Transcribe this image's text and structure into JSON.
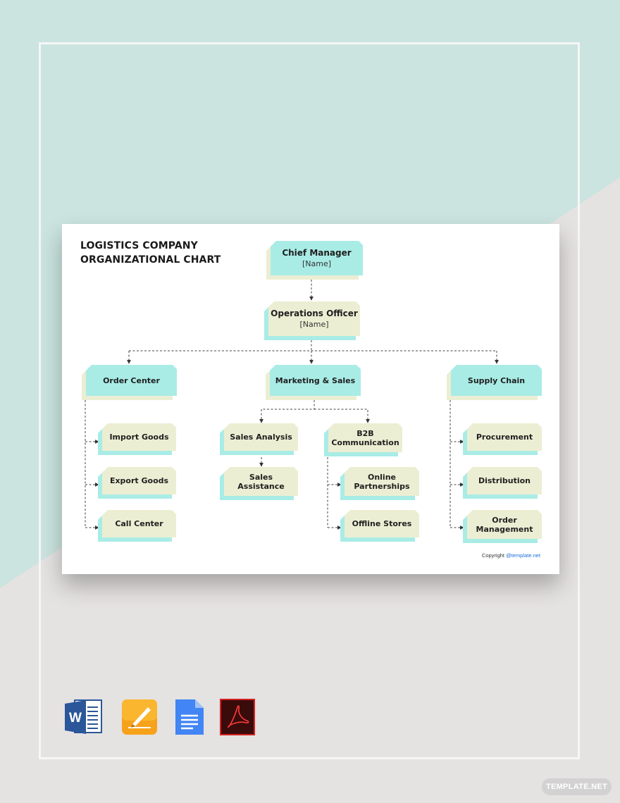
{
  "colors": {
    "teal": "#a9ece6",
    "cream": "#eceed3",
    "bg_top": "#cbe4df",
    "bg_bottom": "#e5e2e2"
  },
  "title": {
    "line1": "LOGISTICS COMPANY",
    "line2": "ORGANIZATIONAL CHART"
  },
  "nodes": {
    "chief": {
      "name": "Chief Manager",
      "sub": "[Name]",
      "style": "teal"
    },
    "ops": {
      "name": "Operations Officer",
      "sub": "[Name]",
      "style": "cream"
    },
    "order_center": {
      "name": "Order Center",
      "style": "teal"
    },
    "marketing": {
      "name": "Marketing & Sales",
      "style": "teal"
    },
    "supply": {
      "name": "Supply Chain",
      "style": "teal"
    },
    "import": {
      "name": "Import Goods",
      "style": "cream"
    },
    "export": {
      "name": "Export Goods",
      "style": "cream"
    },
    "call": {
      "name": "Call Center",
      "style": "cream"
    },
    "sales_analysis": {
      "name": "Sales Analysis",
      "style": "cream"
    },
    "sales_assistance": {
      "name": "Sales\nAssistance",
      "style": "cream"
    },
    "b2b": {
      "name": "B2B\nCommunication",
      "style": "cream"
    },
    "online": {
      "name": "Online\nPartnerships",
      "style": "cream"
    },
    "offline": {
      "name": "Offline Stores",
      "style": "cream"
    },
    "procurement": {
      "name": "Procurement",
      "style": "cream"
    },
    "distribution": {
      "name": "Distribution",
      "style": "cream"
    },
    "order_mgmt": {
      "name": "Order\nManagement",
      "style": "cream"
    }
  },
  "copyright": {
    "text": "Copyright ",
    "link": "@template.net"
  },
  "format_icons": [
    "word-icon",
    "pages-icon",
    "google-docs-icon",
    "pdf-icon"
  ],
  "watermark": "TEMPLATE.NET"
}
